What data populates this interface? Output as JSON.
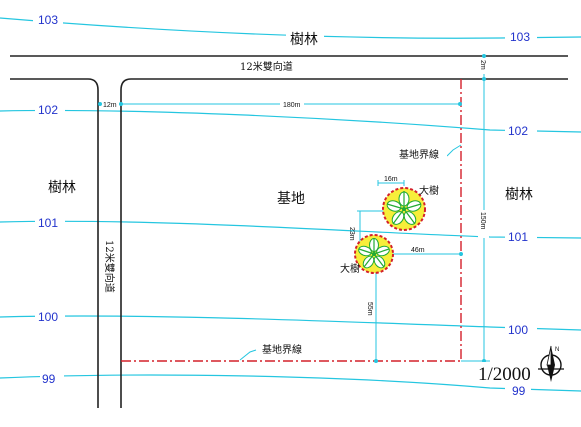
{
  "contours": [
    {
      "value": "103",
      "left_label": "103",
      "right_label": "103"
    },
    {
      "value": "102",
      "left_label": "102",
      "right_label": "102"
    },
    {
      "value": "101",
      "left_label": "101",
      "right_label": "101"
    },
    {
      "value": "100",
      "left_label": "100",
      "right_label": "100"
    },
    {
      "value": "99",
      "left_label": "99",
      "right_label": "99"
    }
  ],
  "labels": {
    "forest_top": "樹林",
    "forest_left": "樹林",
    "forest_right": "樹林",
    "site": "基地",
    "road_horizontal": "12米雙向道",
    "road_vertical": "12米雙向道",
    "boundary_upper": "基地界線",
    "boundary_lower": "基地界線",
    "tree_upper": "大樹",
    "tree_lower": "大樹"
  },
  "dimensions": {
    "road_width_top": "2m",
    "road_width_left": "12m",
    "site_width": "180m",
    "site_height": "150m",
    "tree_offset_top": "16m",
    "tree_spacing": "23m",
    "tree_to_east": "46m",
    "tree_to_south": "55m"
  },
  "scale": "1/2000",
  "north_symbol": "N",
  "colors": {
    "contour": "#25c6e0",
    "elevation_text": "#2233cc",
    "boundary": "#d4202a",
    "road": "#222222",
    "tree_fill": "#f7ee3a",
    "tree_outline": "#d4202a",
    "tree_branch": "#22aa33"
  }
}
